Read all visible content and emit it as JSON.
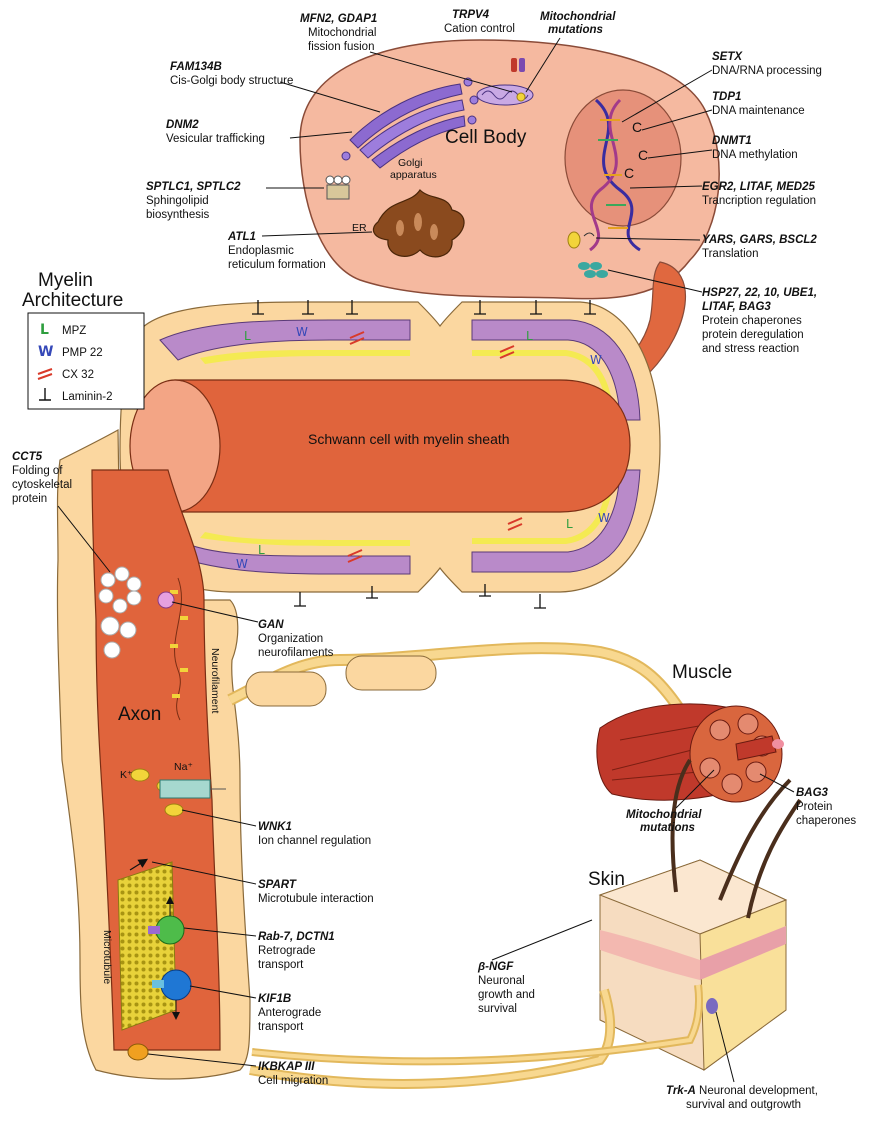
{
  "regions": {
    "cell_body": "Cell Body",
    "golgi": [
      "Golgi",
      "apparatus"
    ],
    "er": "ER",
    "schwann": "Schwann cell with myelin sheath",
    "axon": "Axon",
    "neurofilament": "Neurofilament",
    "microtubule": "Microtubule",
    "muscle": "Muscle",
    "skin": "Skin",
    "k_ion": "K⁺",
    "na_ion": "Na⁺",
    "dna_letters": [
      "C",
      "C",
      "C"
    ]
  },
  "legend": {
    "title": [
      "Myelin",
      "Architecture"
    ],
    "items": [
      {
        "label": "MPZ",
        "color": "#2e9e3e"
      },
      {
        "label": "PMP 22",
        "color": "#3548b8"
      },
      {
        "label": "CX 32",
        "color": "#d93a2a"
      },
      {
        "label": "Laminin-2",
        "color": "#111111"
      }
    ]
  },
  "annotations": {
    "mfn2": {
      "gene": "MFN2, GDAP1",
      "desc": [
        "Mitochondrial",
        "fission fusion"
      ]
    },
    "trpv4": {
      "gene": "TRPV4",
      "desc": [
        "Cation control"
      ]
    },
    "mito_cell": {
      "gene": "Mitochondrial",
      "desc": [
        "mutations"
      ]
    },
    "fam134b": {
      "gene": "FAM134B",
      "desc": [
        "Cis-Golgi body structure"
      ]
    },
    "dnm2": {
      "gene": "DNM2",
      "desc": [
        "Vesicular trafficking"
      ]
    },
    "sptlc": {
      "gene": "SPTLC1, SPTLC2",
      "desc": [
        "Sphingolipid",
        "biosynthesis"
      ]
    },
    "atl1": {
      "gene": "ATL1",
      "desc": [
        "Endoplasmic",
        "reticulum formation"
      ]
    },
    "setx": {
      "gene": "SETX",
      "desc": [
        "DNA/RNA processing"
      ]
    },
    "tdp1": {
      "gene": "TDP1",
      "desc": [
        "DNA maintenance"
      ]
    },
    "dnmt1": {
      "gene": "DNMT1",
      "desc": [
        "DNA methylation"
      ]
    },
    "egr2": {
      "gene": "EGR2, LITAF, MED25",
      "desc": [
        "Trancription regulation"
      ]
    },
    "yars": {
      "gene": "YARS, GARS, BSCL2",
      "desc": [
        "Translation"
      ]
    },
    "hsp27": {
      "gene": "HSP27, 22, 10, UBE1,",
      "gene2": "LITAF, BAG3",
      "desc": [
        "Protein chaperones",
        "protein deregulation",
        "and stress reaction"
      ]
    },
    "cct5": {
      "gene": "CCT5",
      "desc": [
        "Folding of",
        "cytoskeletal",
        "protein"
      ]
    },
    "gan": {
      "gene": "GAN",
      "desc": [
        "Organization",
        "neurofilaments"
      ]
    },
    "wnk1": {
      "gene": "WNK1",
      "desc": [
        "Ion channel regulation"
      ]
    },
    "spart": {
      "gene": "SPART",
      "desc": [
        "Microtubule interaction"
      ]
    },
    "rab7": {
      "gene": "Rab-7, DCTN1",
      "desc": [
        "Retrograde",
        "transport"
      ]
    },
    "kif1b": {
      "gene": "KIF1B",
      "desc": [
        "Anterograde",
        "transport"
      ]
    },
    "ikbkap": {
      "gene": "IKBKAP III",
      "desc": [
        "Cell migration"
      ]
    },
    "mito_muscle": {
      "gene": "Mitochondrial",
      "desc": [
        "mutations"
      ]
    },
    "bag3": {
      "gene": "BAG3",
      "desc": [
        "Protein",
        "chaperones"
      ]
    },
    "ngf": {
      "gene": "β-NGF",
      "desc": [
        "Neuronal",
        "growth and",
        "survival"
      ]
    },
    "trka": {
      "gene": "Trk-A",
      "gene_tail": " Neuronal development,",
      "desc": [
        "survival and outgrowth"
      ]
    }
  }
}
